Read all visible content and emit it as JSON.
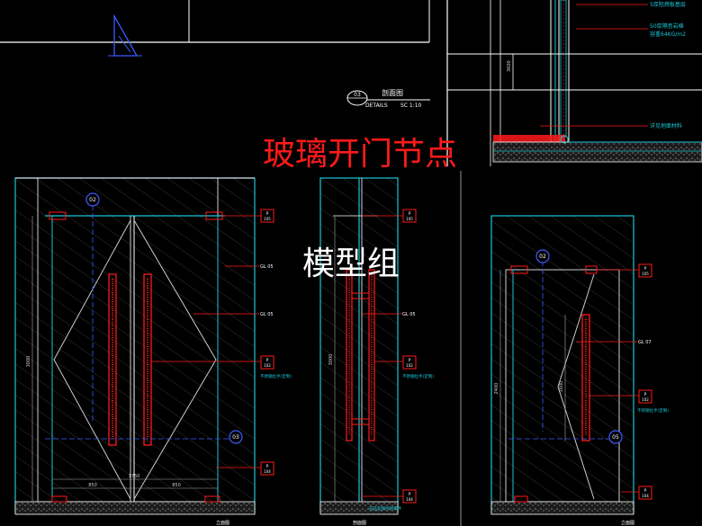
{
  "title": "玻璃开门节点",
  "watermark": "模型组",
  "section_label": {
    "number": "03",
    "name": "剖面图",
    "sub": "DETAILS",
    "scale": "SC 1:10"
  },
  "section_annotations": {
    "top": "5厚阻燃板基层",
    "insulation_line1": "50厚隔音岩棉",
    "insulation_line2": "容重64KG/m2",
    "floor": "详见地面材料",
    "dim": "3600"
  },
  "elevation_left": {
    "callout_top": "02",
    "callout_bottom": "03",
    "dim_height": "3000",
    "dim_total": "1750",
    "dim_leaf_left": "850",
    "dim_leaf_right": "850",
    "tags": [
      "P\n105",
      "GL 05",
      "GL 05",
      "P\n102",
      "P\n104"
    ],
    "handle_note": "不锈钢拉手(定制)",
    "label": "立面图"
  },
  "elevation_mid": {
    "dim_height": "3000",
    "tags": [
      "P\n105",
      "GL 05",
      "P\n102",
      "P\n104"
    ],
    "handle_note": "不锈钢拉手(定制)",
    "floor_note": "成品型钢地弹簧件",
    "label": "剖面图"
  },
  "elevation_right": {
    "callout_top": "02",
    "callout_bottom": "05",
    "dim_height": "2400",
    "dim_inner": "1600",
    "tags": [
      "P\n105",
      "GL 07",
      "P\n102",
      "P\n104"
    ],
    "handle_note": "不锈钢拉手(定制)",
    "label": "立面图"
  },
  "colors": {
    "background": "#000000",
    "line": "#ffffff",
    "cyan": "#19c6d6",
    "red": "#ff1a1a",
    "blue": "#3b5bff",
    "title": "#ff1a1a"
  }
}
